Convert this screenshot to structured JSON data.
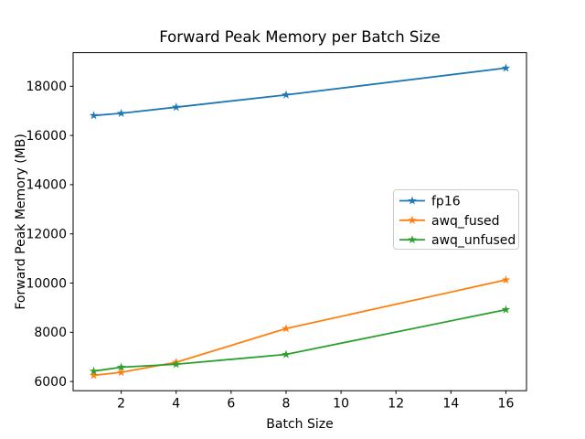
{
  "chart_data": {
    "type": "line",
    "title": "Forward Peak Memory per Batch Size",
    "xlabel": "Batch Size",
    "ylabel": "Forward Peak Memory (MB)",
    "x": [
      1,
      2,
      4,
      8,
      16
    ],
    "series": [
      {
        "name": "fp16",
        "color": "#1f77b4",
        "values": [
          16810,
          16900,
          17150,
          17650,
          18740
        ]
      },
      {
        "name": "awq_fused",
        "color": "#ff7f0e",
        "values": [
          6250,
          6370,
          6780,
          8150,
          10130
        ]
      },
      {
        "name": "awq_unfused",
        "color": "#2ca02c",
        "values": [
          6420,
          6580,
          6700,
          7100,
          8920
        ]
      }
    ],
    "marker": "star",
    "xticks": [
      2,
      4,
      6,
      8,
      10,
      12,
      14,
      16
    ],
    "yticks": [
      6000,
      8000,
      10000,
      12000,
      14000,
      16000,
      18000
    ],
    "xlim": [
      0.25,
      16.75
    ],
    "ylim": [
      5625,
      19365
    ],
    "grid": false,
    "legend_position": "center-right",
    "axis_color": "#000000",
    "legend_border_color": "#cccccc",
    "background_color": "#ffffff"
  }
}
